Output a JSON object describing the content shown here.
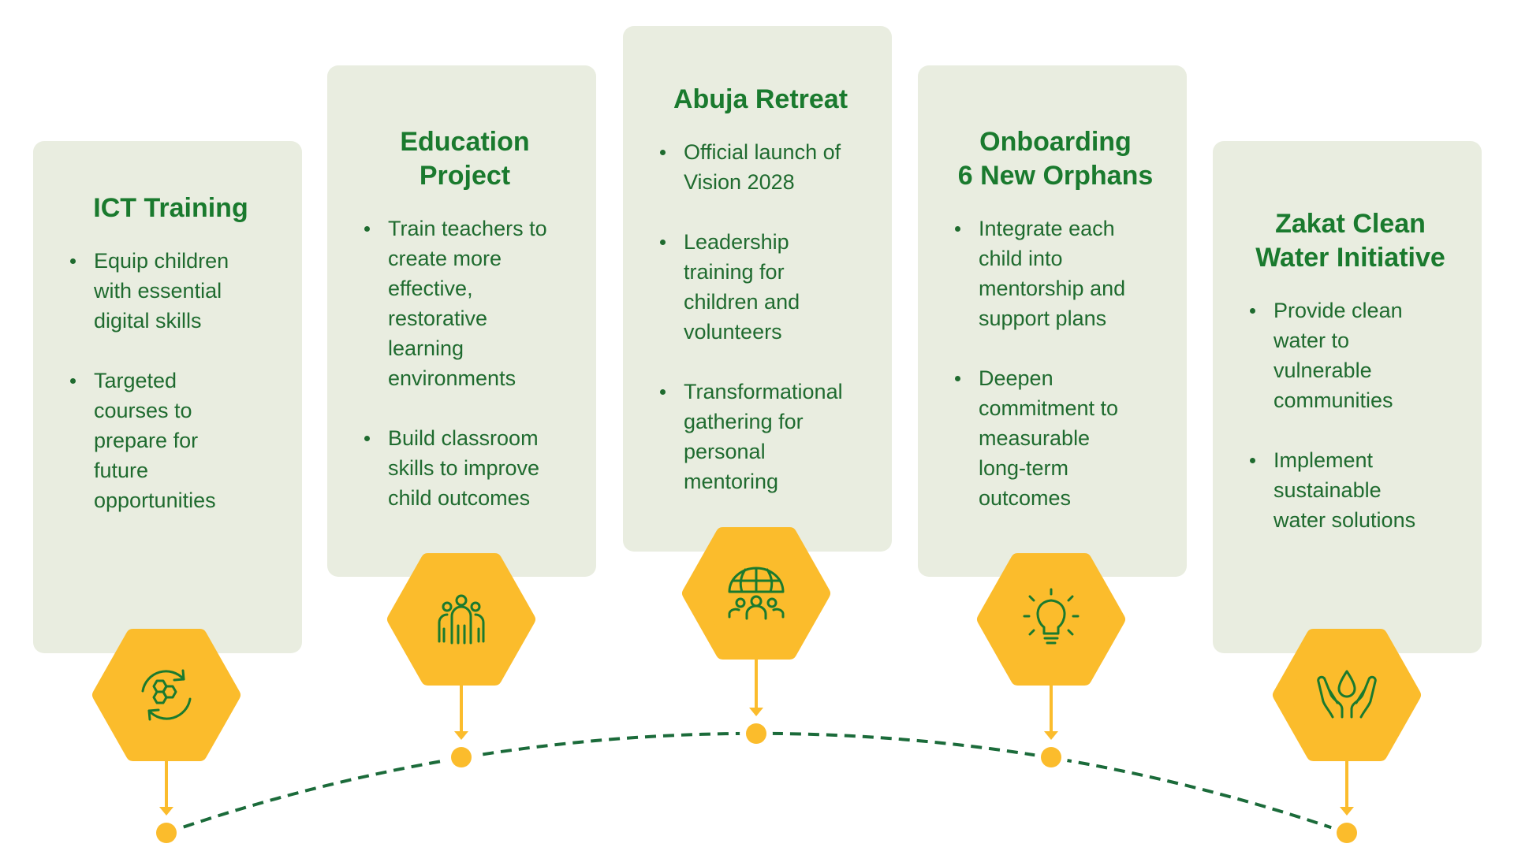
{
  "colors": {
    "card": "#e9ede0",
    "accent": "#fbbc2c",
    "title": "#1a7a2e",
    "text": "#1f6b2f",
    "line": "#1b6b3a"
  },
  "milestones": [
    {
      "title": "ICT Training",
      "icon": "refresh-hexagons-icon",
      "bullets": [
        "Equip children\nwith essential\ndigital skills",
        "Targeted\ncourses to\nprepare for\nfuture\nopportunities"
      ]
    },
    {
      "title": "Education\nProject",
      "icon": "team-people-icon",
      "bullets": [
        "Train teachers to\ncreate more\neffective,\nrestorative\nlearning\nenvironments",
        "Build classroom\nskills to improve\nchild outcomes"
      ]
    },
    {
      "title": "Abuja Retreat",
      "icon": "globe-community-icon",
      "bullets": [
        "Official launch of\nVision 2028",
        "Leadership\ntraining for\nchildren and\nvolunteers",
        "Transformational\ngathering for\npersonal\nmentoring"
      ]
    },
    {
      "title": "Onboarding\n6 New Orphans",
      "icon": "lightbulb-icon",
      "bullets": [
        "Integrate each\nchild into\nmentorship and\nsupport plans",
        "Deepen\ncommitment to\nmeasurable\nlong-term\noutcomes"
      ]
    },
    {
      "title": "Zakat Clean\nWater Initiative",
      "icon": "hands-water-drop-icon",
      "bullets": [
        "Provide clean\nwater to\nvulnerable\ncommunities",
        "Implement\nsustainable\nwater solutions"
      ]
    }
  ]
}
